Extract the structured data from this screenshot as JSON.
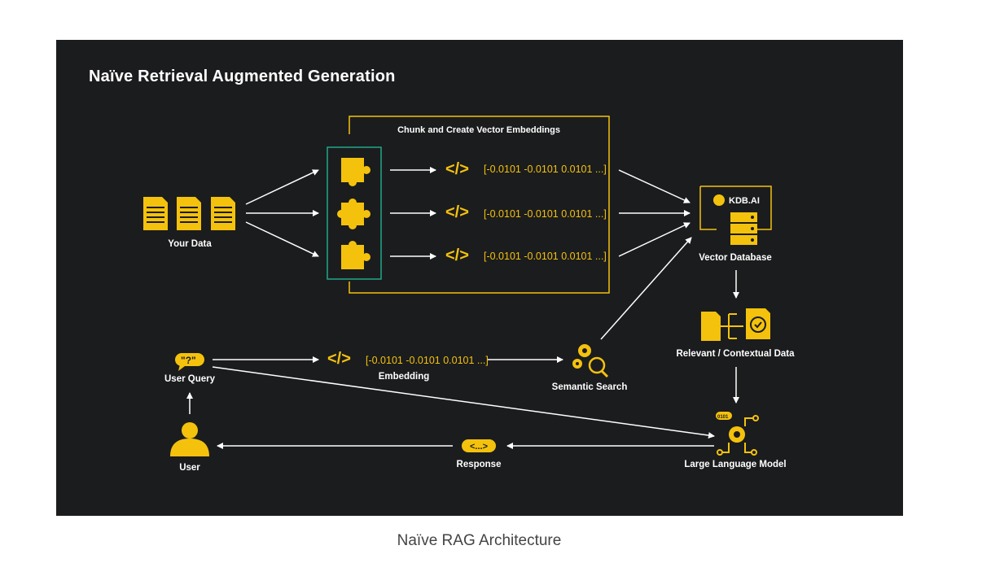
{
  "title": "Naïve Retrieval Augmented Generation",
  "caption": "Naïve RAG Architecture",
  "colors": {
    "background": "#1b1c1e",
    "accent": "#f4c20d",
    "chunk_border": "#1fa88a",
    "text": "#ffffff"
  },
  "nodes": {
    "your_data": "Your Data",
    "chunk_box": "Chunk and Create Vector Embeddings",
    "vector_db": "Vector Database",
    "kdb_logo": "KDB.AI",
    "relevant": "Relevant / Contextual Data",
    "llm": "Large Language Model",
    "user_query": "User Query",
    "embedding": "Embedding",
    "semantic_search": "Semantic Search",
    "user": "User",
    "response": "Response"
  },
  "vectors": {
    "v1": "[-0.0101 -0.0101 0.0101 ...]",
    "v2": "[-0.0101 -0.0101 0.0101 ...]",
    "v3": "[-0.0101 -0.0101 0.0101 ...]",
    "query": "[-0.0101 -0.0101 0.0101 ...]"
  },
  "glyphs": {
    "code": "</>",
    "query_bubble": "\"?\"",
    "binary": "0101"
  },
  "icons": [
    "document-icon",
    "puzzle-icon",
    "code-icon",
    "database-icon",
    "relevant-data-icon",
    "llm-icon",
    "question-bubble-icon",
    "gears-search-icon",
    "user-icon",
    "response-bubble-icon"
  ]
}
